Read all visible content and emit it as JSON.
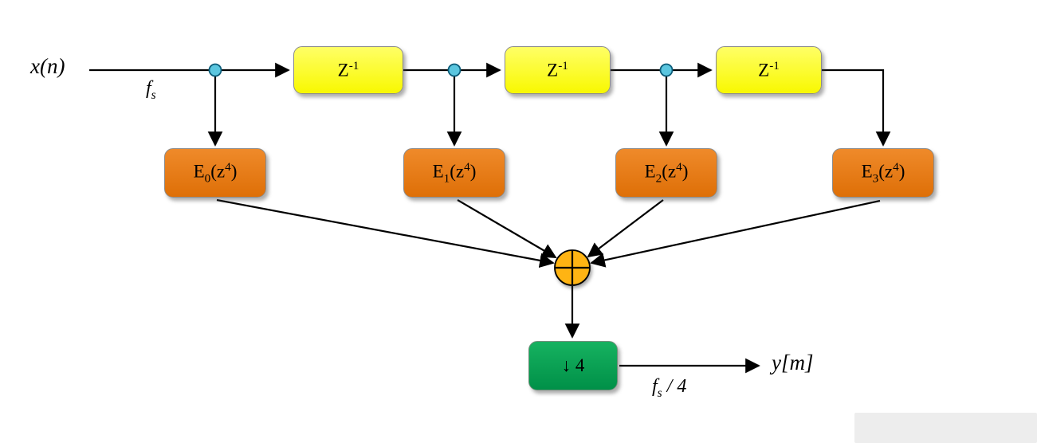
{
  "diagram": {
    "input": {
      "label": "x(n)",
      "rate_base": "f",
      "rate_sub": "s"
    },
    "delay_blocks": [
      {
        "base": "Z",
        "sup": "-1"
      },
      {
        "base": "Z",
        "sup": "-1"
      },
      {
        "base": "Z",
        "sup": "-1"
      }
    ],
    "polyphase_blocks": [
      {
        "base": "E",
        "sub": "0",
        "arg_open": "(z",
        "arg_sup": "4",
        "arg_close": ")"
      },
      {
        "base": "E",
        "sub": "1",
        "arg_open": "(z",
        "arg_sup": "4",
        "arg_close": ")"
      },
      {
        "base": "E",
        "sub": "2",
        "arg_open": "(z",
        "arg_sup": "4",
        "arg_close": ")"
      },
      {
        "base": "E",
        "sub": "3",
        "arg_open": "(z",
        "arg_sup": "4",
        "arg_close": ")"
      }
    ],
    "adder": {
      "icon": "circle-plus-icon"
    },
    "downsampler": {
      "label": "↓ 4"
    },
    "output": {
      "label": "y[m]",
      "rate_base": "f",
      "rate_sub": "s",
      "rate_suffix": " / 4"
    },
    "colors": {
      "delay_fill": "#F8F800",
      "polyphase_fill": "#E8770F",
      "downsampler_fill": "#00A551",
      "adder_fill": "#FFB413",
      "tap_node_fill": "#5BC6DF",
      "line": "#000000"
    }
  }
}
